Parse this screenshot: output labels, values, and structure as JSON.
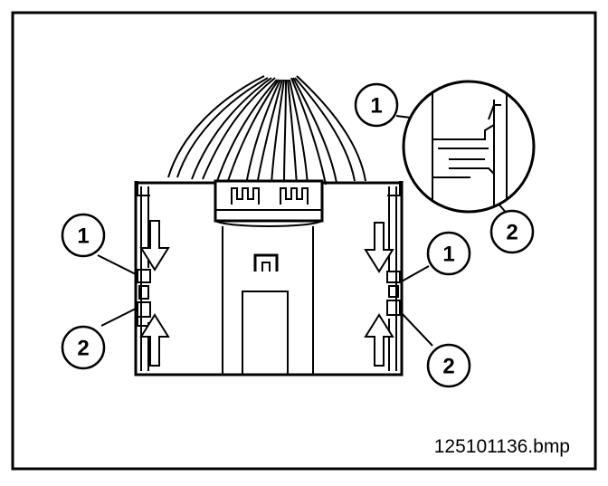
{
  "figure": {
    "filename": "125101136.bmp",
    "callouts": [
      {
        "id": "left-1",
        "label": "1"
      },
      {
        "id": "left-2",
        "label": "2"
      },
      {
        "id": "right-1",
        "label": "1"
      },
      {
        "id": "right-2",
        "label": "2"
      },
      {
        "id": "detail-1",
        "label": "1"
      },
      {
        "id": "detail-2",
        "label": "2"
      }
    ]
  }
}
